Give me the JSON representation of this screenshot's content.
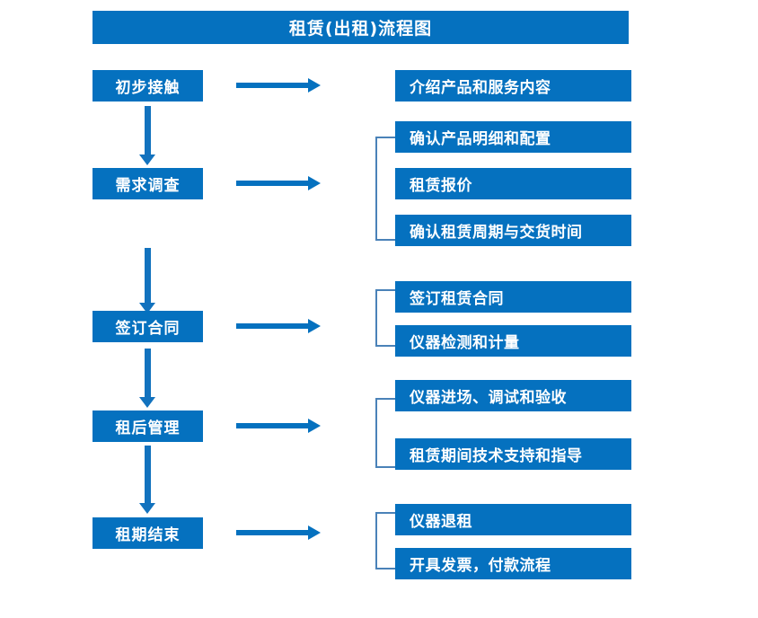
{
  "chart_data": {
    "type": "diagram",
    "title": "租赁(出租)流程图",
    "stages": [
      {
        "stage": "初步接触",
        "details": [
          "介绍产品和服务内容"
        ]
      },
      {
        "stage": "需求调查",
        "details": [
          "确认产品明细和配置",
          "租赁报价",
          "确认租赁周期与交货时间"
        ]
      },
      {
        "stage": "签订合同",
        "details": [
          "签订租赁合同",
          "仪器检测和计量"
        ]
      },
      {
        "stage": "租后管理",
        "details": [
          "仪器进场、调试和验收",
          "租赁期间技术支持和指导"
        ]
      },
      {
        "stage": "租期结束",
        "details": [
          "仪器退租",
          "开具发票，付款流程"
        ]
      }
    ]
  },
  "title": {
    "text": "租赁(出租)流程图"
  },
  "colors": {
    "box_blue": "#0571BF",
    "arrow_blue": "#1272BE",
    "bracket_blue": "#4A82B8",
    "text_white": "#FFFFFF",
    "background": "#FFFFFF"
  },
  "stages": [
    {
      "label": "初步接触"
    },
    {
      "label": "需求调查"
    },
    {
      "label": "签订合同"
    },
    {
      "label": "租后管理"
    },
    {
      "label": "租期结束"
    }
  ],
  "details": [
    {
      "label": "介绍产品和服务内容"
    },
    {
      "label": "确认产品明细和配置"
    },
    {
      "label": "租赁报价"
    },
    {
      "label": "确认租赁周期与交货时间"
    },
    {
      "label": "签订租赁合同"
    },
    {
      "label": "仪器检测和计量"
    },
    {
      "label": "仪器进场、调试和验收"
    },
    {
      "label": "租赁期间技术支持和指导"
    },
    {
      "label": "仪器退租"
    },
    {
      "label": "开具发票，付款流程"
    }
  ]
}
